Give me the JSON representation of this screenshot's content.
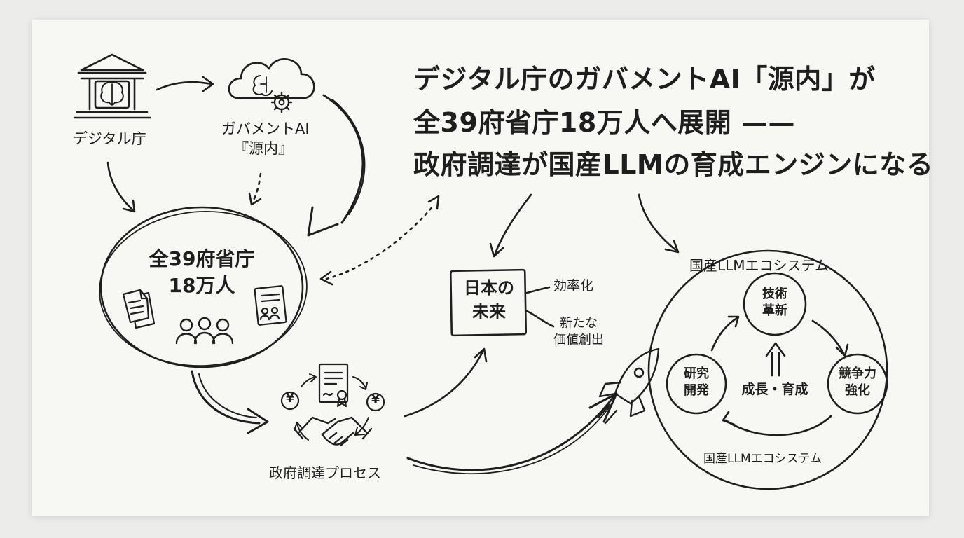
{
  "title": {
    "line1": "デジタル庁のガバメントAI「源内」が",
    "line2": "全39府省庁18万人へ展開 ——",
    "line3": "政府調達が国産LLMの育成エンジンになる"
  },
  "left": {
    "agency_label": "デジタル庁",
    "ai_label_line1": "ガバメントAI",
    "ai_label_line2": "『源内』",
    "ministries_line1": "全39府省庁",
    "ministries_line2": "18万人",
    "procurement_label": "政府調達プロセス"
  },
  "future": {
    "box_line1": "日本の",
    "box_line2": "未来",
    "branch1": "効率化",
    "branch2_line1": "新たな",
    "branch2_line2": "価値創出"
  },
  "ecosystem": {
    "top_label": "国産LLMエコシステム",
    "bottom_label": "国産LLMエコシステム",
    "center_label": "成長・育成",
    "node_top_line1": "技術",
    "node_top_line2": "革新",
    "node_left_line1": "研究",
    "node_left_line2": "開発",
    "node_right_line1": "競争力",
    "node_right_line2": "強化"
  },
  "icons": {
    "currency_symbol_left": "¥",
    "currency_symbol_right": "¥"
  },
  "colors": {
    "ink": "#1e1e1e",
    "paper": "#f7f7f4",
    "background": "#ececea"
  }
}
